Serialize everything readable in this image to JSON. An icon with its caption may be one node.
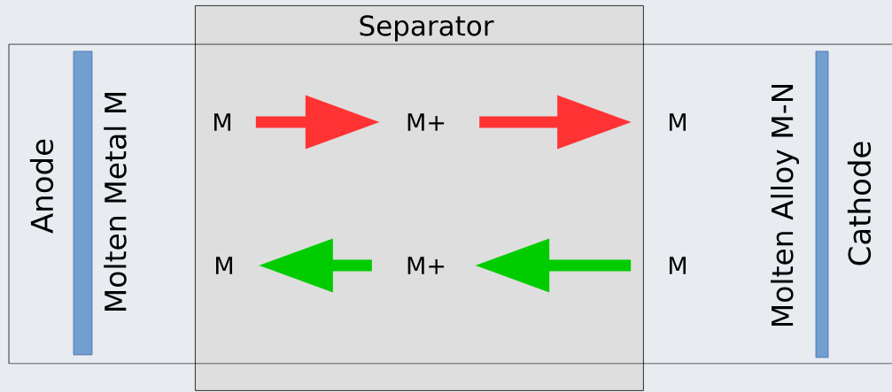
{
  "diagram": {
    "nodes": [
      {
        "text": [
          "Separator"
        ]
      },
      {
        "text": [
          "M"
        ],
        "in": 0
      },
      {
        "text": [
          "M+"
        ],
        "in": 0
      },
      {
        "text": [
          "M"
        ]
      },
      {
        "text": [
          "M"
        ],
        "in": 0
      },
      {
        "text": [
          "M+"
        ],
        "in": 0
      },
      {
        "text": [
          "M"
        ]
      }
    ],
    "edges": [
      {
        "from": 1,
        "to": 2,
        "arrow": "to",
        "color": "#ff3333"
      },
      {
        "from": 2,
        "to": 3,
        "arrow": "to",
        "color": "#ff3333"
      },
      {
        "from": 5,
        "to": 4,
        "arrow": "to",
        "color": "#00cc00"
      },
      {
        "from": 6,
        "to": 5,
        "arrow": "to",
        "color": "#00cc00"
      }
    ],
    "labels": [
      "Anode",
      "Molten Metal M",
      "Molten Alloy M-N",
      "Cathode"
    ]
  }
}
